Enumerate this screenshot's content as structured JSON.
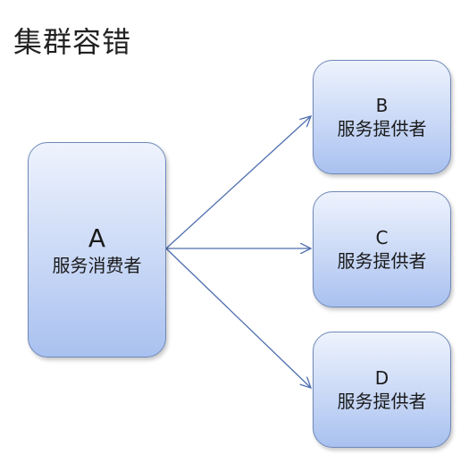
{
  "title": "集群容错",
  "nodes": {
    "a": {
      "letter": "A",
      "label": "服务消费者"
    },
    "b": {
      "letter": "B",
      "label": "服务提供者"
    },
    "c": {
      "letter": "C",
      "label": "服务提供者"
    },
    "d": {
      "letter": "D",
      "label": "服务提供者"
    }
  },
  "colors": {
    "node_border": "#6f88b8",
    "edge": "#4f6fae"
  }
}
